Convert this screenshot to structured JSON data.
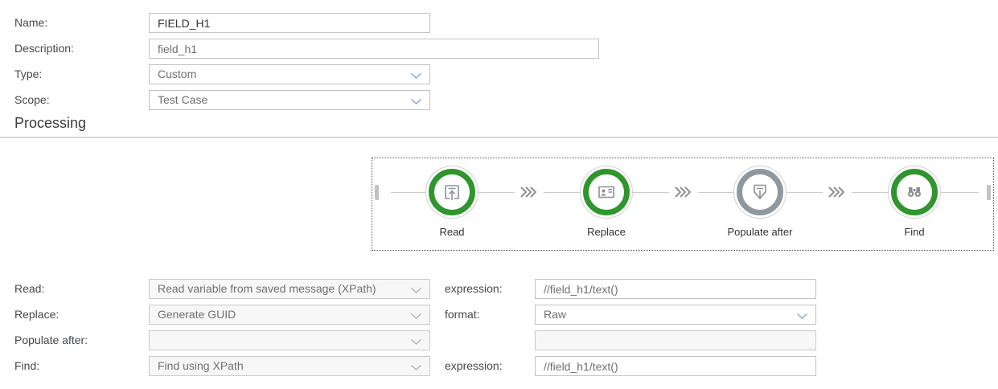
{
  "header_form": {
    "rows": [
      {
        "label": "Name:",
        "value": "FIELD_H1"
      },
      {
        "label": "Description:",
        "value": "field_h1"
      },
      {
        "label": "Type:",
        "value": "Custom"
      },
      {
        "label": "Scope:",
        "value": "Test Case"
      }
    ]
  },
  "section_title": "Processing",
  "workflow": {
    "steps": [
      {
        "label": "Read",
        "state": "active",
        "icon": "read-upload-icon"
      },
      {
        "label": "Replace",
        "state": "active",
        "icon": "contact-card-icon"
      },
      {
        "label": "Populate after",
        "state": "inactive",
        "icon": "populate-download-icon"
      },
      {
        "label": "Find",
        "state": "active",
        "icon": "binoculars-icon"
      }
    ]
  },
  "detail_form": {
    "rows": [
      {
        "label": "Read:",
        "method": "Read variable from saved message (XPath)",
        "param_label": "expression:",
        "param_value": "//field_h1/text()"
      },
      {
        "label": "Replace:",
        "method": "Generate GUID",
        "param_label": "format:",
        "param_value": "Raw"
      },
      {
        "label": "Populate after:",
        "method": "",
        "param_label": "",
        "param_value": ""
      },
      {
        "label": "Find:",
        "method": "Find using XPath",
        "param_label": "expression:",
        "param_value": "//field_h1/text()"
      }
    ]
  },
  "colors": {
    "active_ring": "#2f962d",
    "inactive_ring": "#8e999f",
    "enabled_chevron": "#84a9ce",
    "disabled_chevron": "#b3b3b3",
    "divider": "#d8d8d8"
  }
}
